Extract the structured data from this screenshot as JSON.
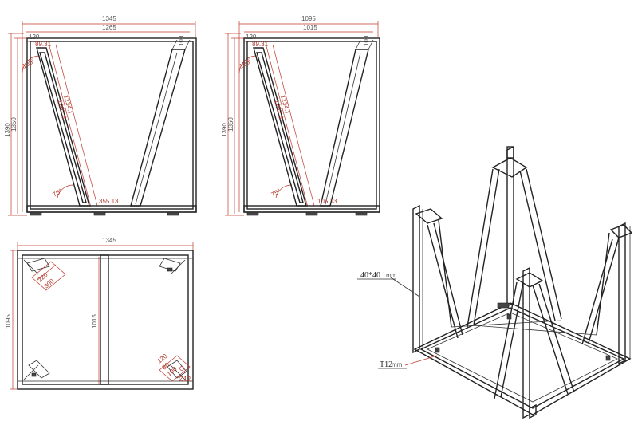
{
  "front_view": {
    "overall_width": "1345",
    "inner_width": "1265",
    "left_offset": "120",
    "right_offset": "100",
    "overall_height": "1390",
    "inner_height": "1350",
    "top_chamfer": "89.31",
    "angle_top": "105°",
    "diagonal_outer": "1234.1",
    "diagonal_inner": "1252.8",
    "angle_bottom": "75°",
    "bottom_offset": "355.13"
  },
  "side_view": {
    "overall_width": "1095",
    "inner_width": "1015",
    "left_offset": "120",
    "right_offset": "100",
    "overall_height": "1390",
    "inner_height": "1350",
    "top_chamfer": "89.31",
    "angle_top": "105°",
    "diagonal_outer": "1234.1",
    "diagonal_inner": "1252.8",
    "angle_bottom": "75°",
    "bottom_offset": "105.13"
  },
  "plan_view": {
    "width": "1345",
    "depth": "1095",
    "center_span": "1015",
    "bracket_a": "220",
    "bracket_b": "300",
    "bracket_c": "120",
    "bracket_d": "80",
    "bracket_e": "100",
    "hole": "Ø12"
  },
  "iso_view": {
    "tube_label": "40*40",
    "tube_unit": "mm",
    "plate_label": "T12",
    "plate_unit": "mm"
  }
}
